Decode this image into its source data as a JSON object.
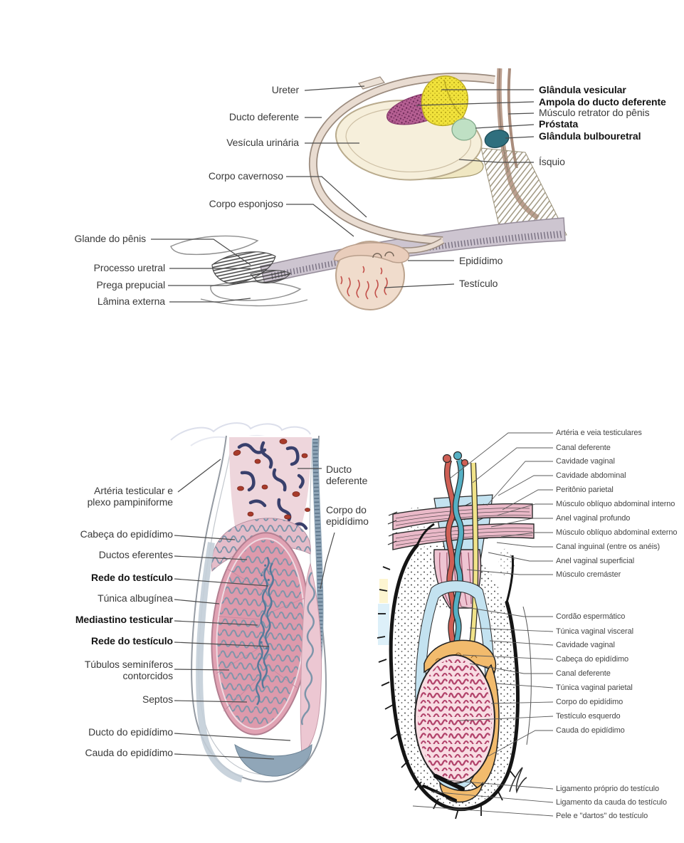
{
  "tract_diagram": {
    "left_labels": [
      {
        "text": "Ureter"
      },
      {
        "text": "Ducto deferente"
      },
      {
        "text": "Vesícula urinária"
      },
      {
        "text": "Corpo cavernoso"
      },
      {
        "text": "Corpo esponjoso"
      },
      {
        "text": "Glande do pênis"
      },
      {
        "text": "Processo uretral"
      },
      {
        "text": "Prega prepucial"
      },
      {
        "text": "Lâmina externa"
      }
    ],
    "right_labels": [
      {
        "text": "Glândula vesicular",
        "bold": true
      },
      {
        "text": "Ampola do ducto deferente",
        "bold": true
      },
      {
        "text": "Músculo retrator do pênis",
        "bold": false
      },
      {
        "text": "Próstata",
        "bold": true
      },
      {
        "text": "Glândula bulbouretral",
        "bold": true
      },
      {
        "text": "Ísquio",
        "bold": false
      },
      {
        "text": "Epidídimo",
        "bold": false
      },
      {
        "text": "Testículo",
        "bold": false
      }
    ]
  },
  "testis_diagram": {
    "left_labels": [
      {
        "text": "Artéria testicular e\nplexo pampiniforme",
        "bold": false
      },
      {
        "text": "Cabeça do epidídimo",
        "bold": false
      },
      {
        "text": "Ductos eferentes",
        "bold": false
      },
      {
        "text": "Rede do testículo",
        "bold": true
      },
      {
        "text": "Túnica albugínea",
        "bold": false
      },
      {
        "text": "Mediastino testicular",
        "bold": true
      },
      {
        "text": "Rede do testículo",
        "bold": true
      },
      {
        "text": "Túbulos seminíferos\ncontorcidos",
        "bold": false
      },
      {
        "text": "Septos",
        "bold": false
      },
      {
        "text": "Ducto do epidídimo",
        "bold": false
      },
      {
        "text": "Cauda do epidídimo",
        "bold": false
      }
    ],
    "right_labels": [
      {
        "text": "Ducto\ndeferente"
      },
      {
        "text": "Corpo do\nepidídimo"
      }
    ]
  },
  "scrotum_diagram": {
    "labels": [
      "Artéria e veia testiculares",
      "Canal deferente",
      "Cavidade vaginal",
      "Cavidade abdominal",
      "Peritônio parietal",
      "Músculo oblíquo abdominal interno",
      "Anel vaginal profundo",
      "Músculo oblíquo abdominal externo",
      "Canal inguinal (entre os anéis)",
      "Anel vaginal superficial",
      "Músculo cremáster",
      "Cordão espermático",
      "Túnica vaginal visceral",
      "Cavidade vaginal",
      "Cabeça do epidídimo",
      "Canal deferente",
      "Túnica vaginal parietal",
      "Corpo do epidídimo",
      "Testículo esquerdo",
      "Cauda do epidídimo",
      "Ligamento próprio do testículo",
      "Ligamento da cauda do testículo",
      "Pele e \"dartos\" do testículo"
    ]
  },
  "colors": {
    "vesicular_gland_yellow": "#f1e23b",
    "ampulla_purple": "#b55f92",
    "prostate_green": "#bfe0c4",
    "bulbourethral_teal": "#2f6f7e",
    "testis_pink": "#e1a2b3",
    "tubule_slate": "#7d95aa",
    "epididymis_orange": "#f2bb6d",
    "vaginal_cavity_blue": "#c3e2f0",
    "muscle_pink": "#eab9c8",
    "artery_red": "#cf5f55",
    "vein_blue": "#55b0c4",
    "deferent_canal_yellow": "#f1e389"
  }
}
